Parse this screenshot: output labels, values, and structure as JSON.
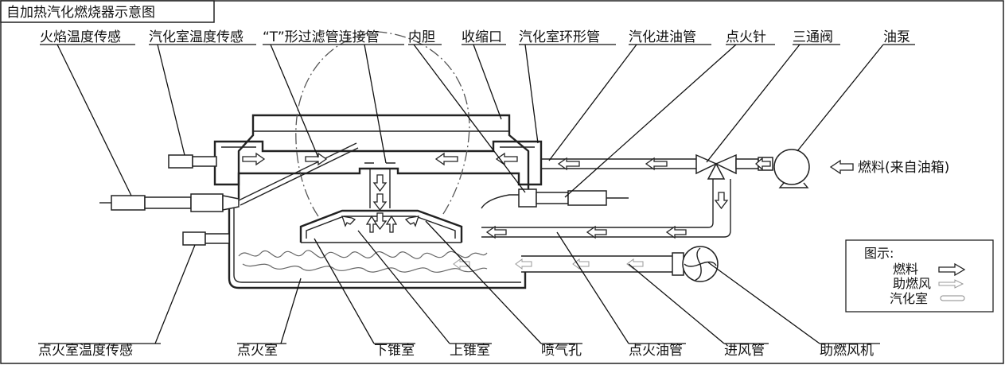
{
  "title": "自加热汽化燃烧器示意图",
  "top_labels": {
    "flame_temp_sensor": "火焰温度传感",
    "vapor_temp_sensor": "汽化室温度传感",
    "t_filter_pipe": "“T”形过滤管连接管",
    "inner_liner": "内胆",
    "throat": "收缩口",
    "vapor_ring_pipe": "汽化室环形管",
    "vapor_inlet_pipe": "汽化进油管",
    "igniter_needle": "点火针",
    "three_way_valve": "三通阀",
    "oil_pump": "油泵"
  },
  "bottom_labels": {
    "ignition_temp_sensor": "点火室温度传感",
    "ignition_chamber": "点火室",
    "lower_cone": "下锥室",
    "upper_cone": "上锥室",
    "nozzle_holes": "喷气孔",
    "ignition_oil_pipe": "点火油管",
    "air_inlet_pipe": "进风管",
    "blower": "助燃风机"
  },
  "fuel_source_label": "燃料(来自油箱)",
  "legend": {
    "title": "图示:",
    "fuel": "燃料",
    "air": "助燃风",
    "vapor": "汽化室"
  }
}
